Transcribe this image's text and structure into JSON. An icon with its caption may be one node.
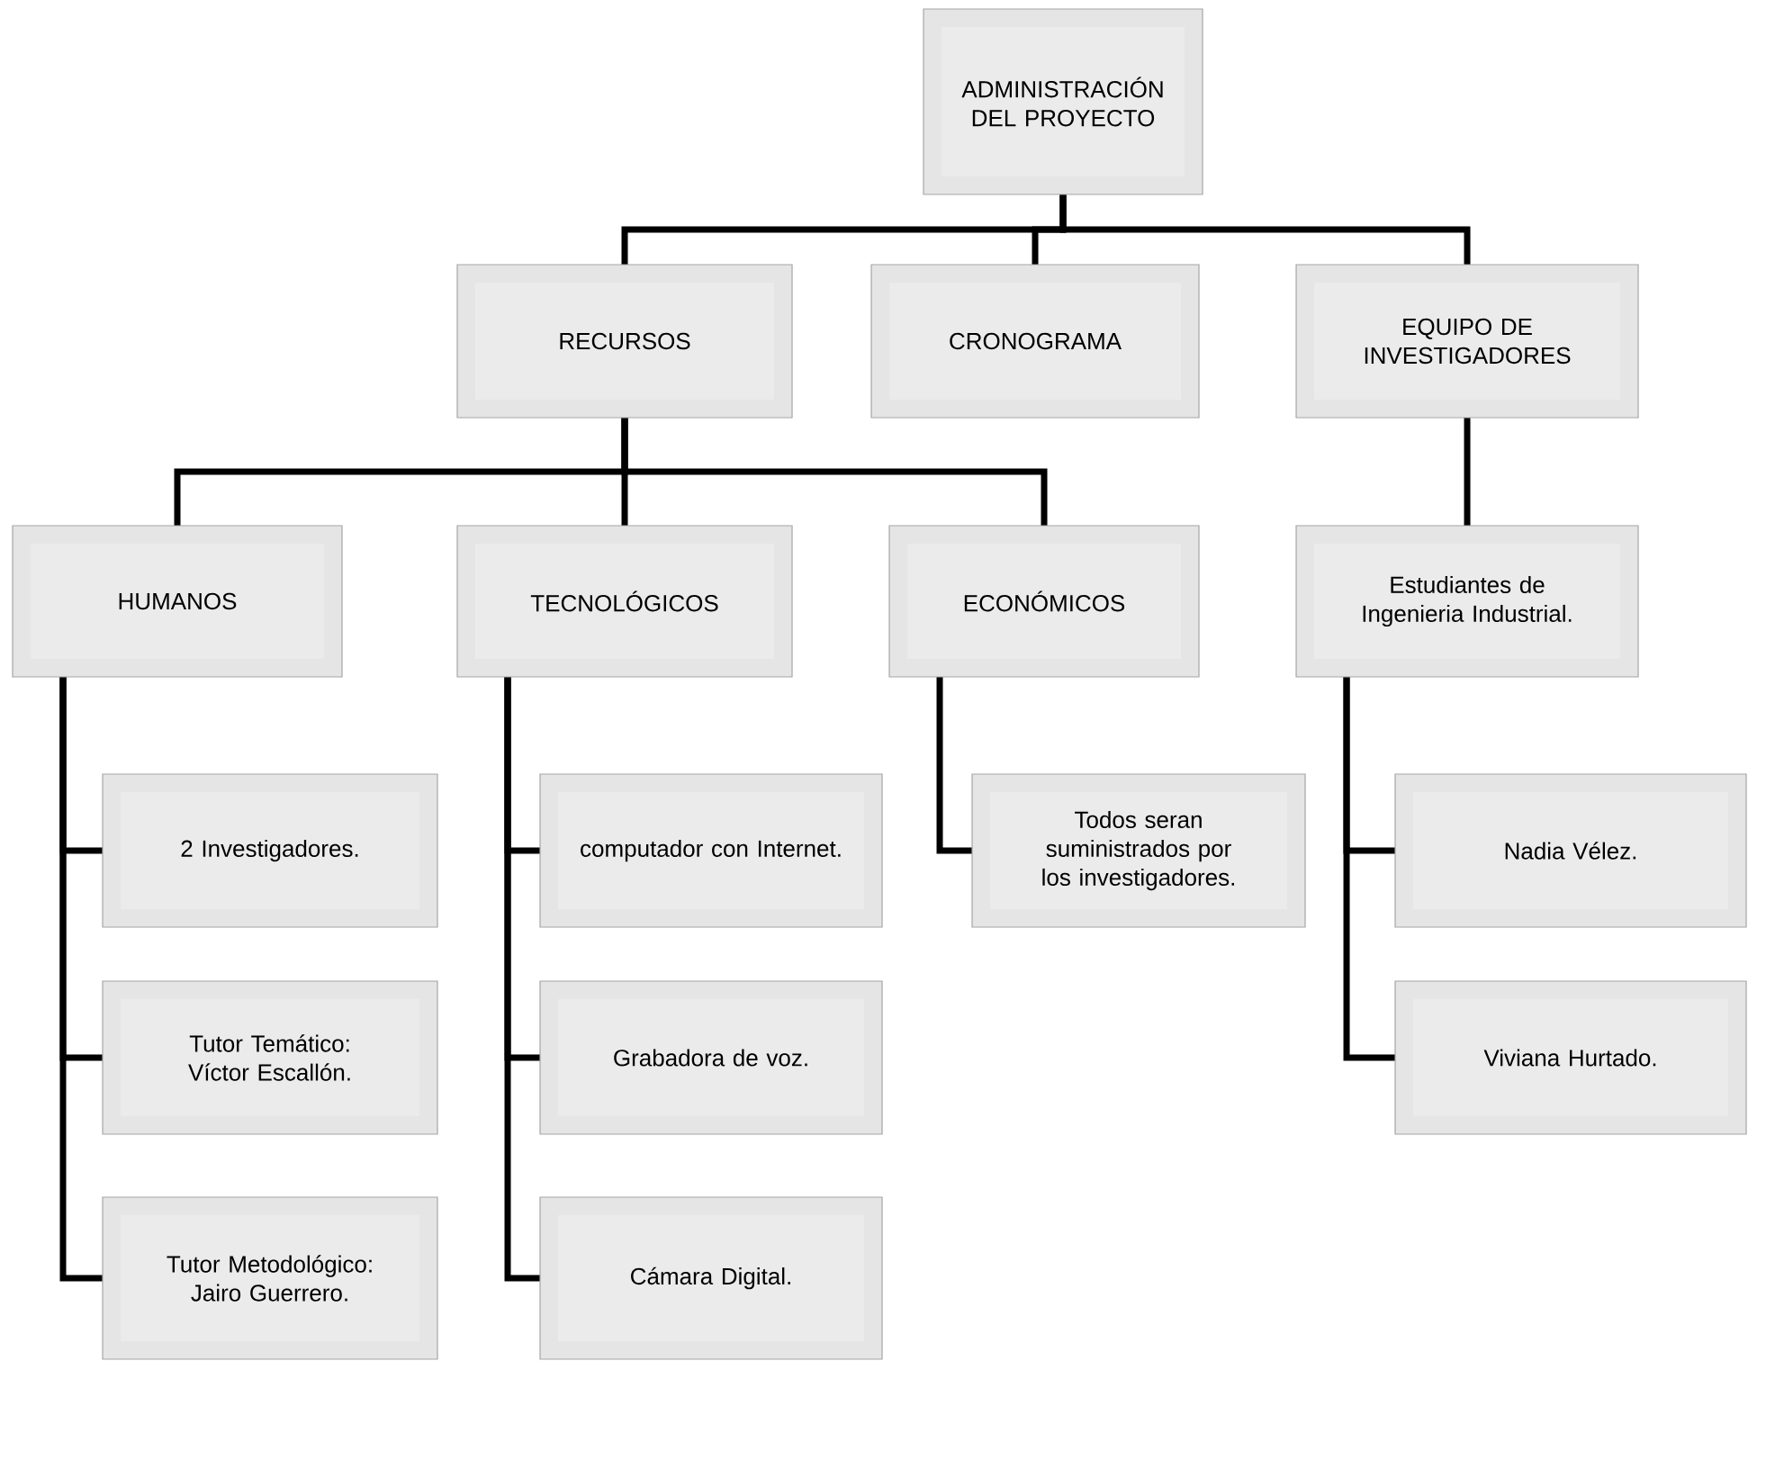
{
  "diagram": {
    "nodes": [
      {
        "text": [
          "ADMINISTRACIÓN DEL PROYECTO"
        ]
      },
      {
        "text": [
          "RECURSOS"
        ]
      },
      {
        "text": [
          "CRONOGRAMA"
        ]
      },
      {
        "text": [
          "EQUIPO DE INVESTIGADORES"
        ]
      },
      {
        "text": [
          "HUMANOS"
        ]
      },
      {
        "text": [
          "TECNOLÓGICOS"
        ]
      },
      {
        "text": [
          "ECONÓMICOS"
        ]
      },
      {
        "text": [
          "Estudiantes de Ingenieria Industrial."
        ]
      },
      {
        "text": [
          "2 Investigadores."
        ]
      },
      {
        "text": [
          "Tutor Temático: Víctor Escallón."
        ]
      },
      {
        "text": [
          "Tutor Metodológico: Jairo Guerrero."
        ]
      },
      {
        "text": [
          "computador con Internet."
        ]
      },
      {
        "text": [
          "Grabadora de voz."
        ]
      },
      {
        "text": [
          "Cámara Digital."
        ]
      },
      {
        "text": [
          "Todos seran suministrados por los investigadores."
        ]
      },
      {
        "text": [
          "Nadia Vélez."
        ]
      },
      {
        "text": [
          "Viviana Hurtado."
        ]
      }
    ],
    "edges": [
      {
        "from": 0,
        "to": 1,
        "arrow": "none"
      },
      {
        "from": 0,
        "to": 2,
        "arrow": "none"
      },
      {
        "from": 0,
        "to": 3,
        "arrow": "none"
      },
      {
        "from": 1,
        "to": 4,
        "arrow": "none"
      },
      {
        "from": 1,
        "to": 5,
        "arrow": "none"
      },
      {
        "from": 1,
        "to": 6,
        "arrow": "none"
      },
      {
        "from": 3,
        "to": 7,
        "arrow": "none"
      },
      {
        "from": 4,
        "to": 8,
        "arrow": "none"
      },
      {
        "from": 4,
        "to": 9,
        "arrow": "none"
      },
      {
        "from": 4,
        "to": 10,
        "arrow": "none"
      },
      {
        "from": 5,
        "to": 11,
        "arrow": "none"
      },
      {
        "from": 5,
        "to": 12,
        "arrow": "none"
      },
      {
        "from": 5,
        "to": 13,
        "arrow": "none"
      },
      {
        "from": 6,
        "to": 14,
        "arrow": "none"
      },
      {
        "from": 7,
        "to": 15,
        "arrow": "none"
      },
      {
        "from": 7,
        "to": 16,
        "arrow": "none"
      }
    ]
  }
}
